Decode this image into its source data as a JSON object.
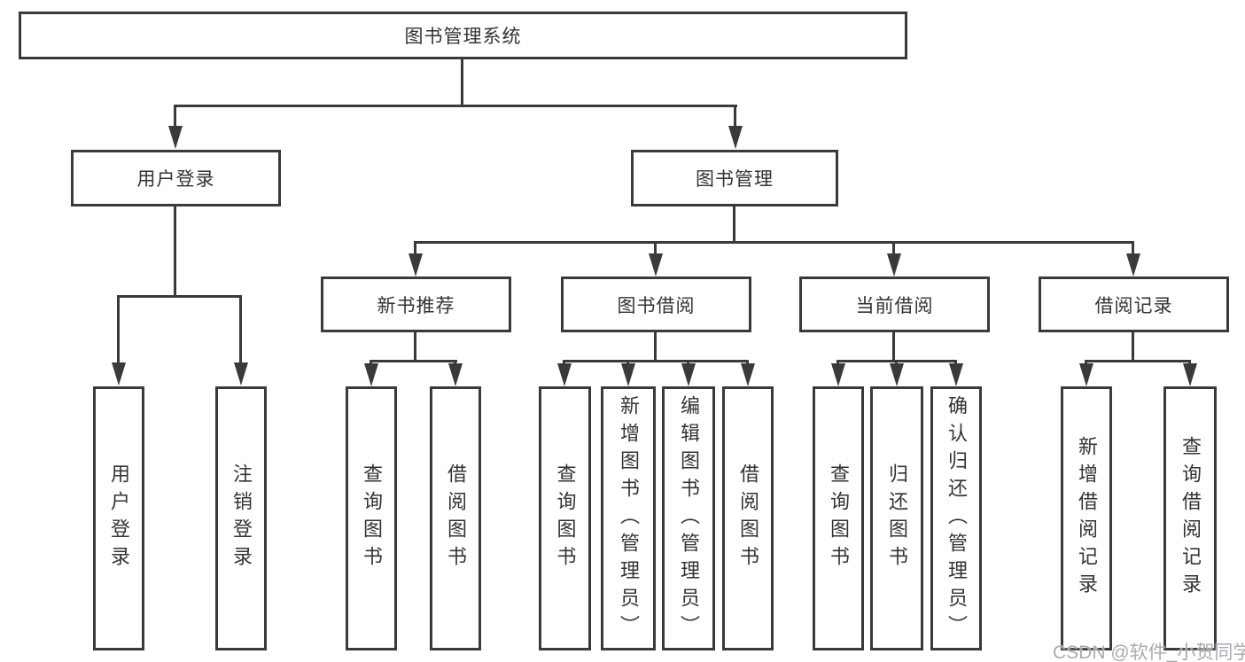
{
  "diagram": {
    "title": "图书管理系统",
    "nodes": {
      "root": "图书管理系统",
      "user_login": "用户登录",
      "book_mgmt": "图书管理",
      "leaf_user_login": "用户登录",
      "leaf_logout": "注销登录",
      "new_rec": "新书推荐",
      "book_borrow": "图书借阅",
      "current_borrow": "当前借阅",
      "borrow_records": "借阅记录",
      "nr_query": "查询图书",
      "nr_borrow": "借阅图书",
      "bb_query": "查询图书",
      "bb_add": "新增图书（管理员）",
      "bb_edit": "编辑图书（管理员）",
      "bb_borrow": "借阅图书",
      "cb_query": "查询图书",
      "cb_return": "归还图书",
      "cb_confirm": "确认归还（管理员）",
      "br_add": "新增借阅记录",
      "br_query": "查询借阅记录"
    },
    "colors": {
      "line": "#3a3a3a",
      "text": "#333333",
      "background": "#ffffff",
      "watermark": "#a4a6ae"
    },
    "watermark": "CSDN @软件_小贺同学"
  }
}
